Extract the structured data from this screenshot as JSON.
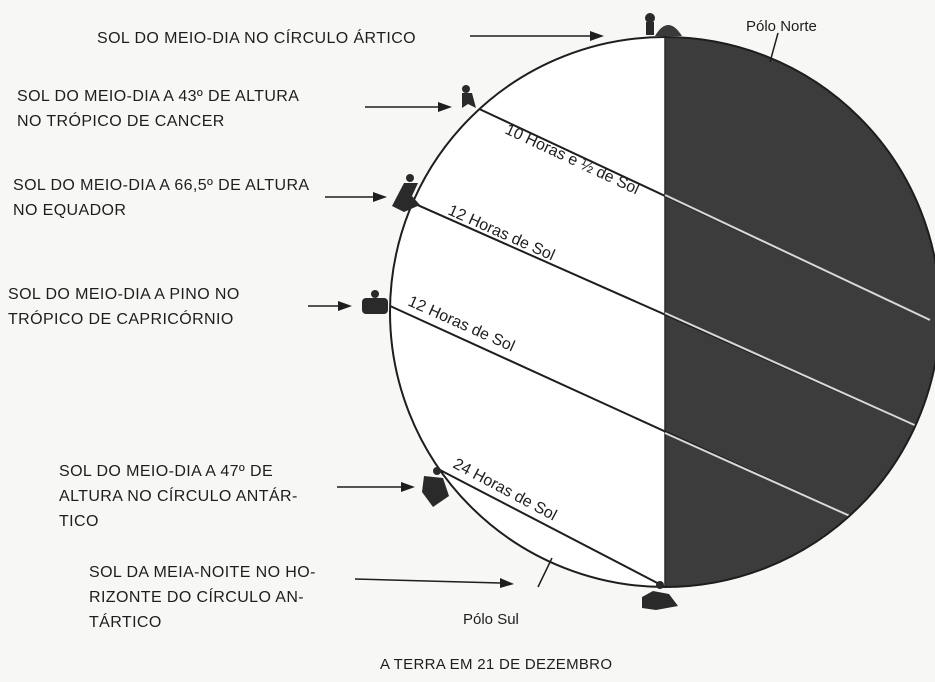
{
  "caption": "A TERRA EM 21 DE DEZEMBRO",
  "poles": {
    "north": "Pólo Norte",
    "south": "Pólo Sul"
  },
  "bands": [
    {
      "text": "10 Horas e ½ de Sol"
    },
    {
      "text": "12 Horas de Sol"
    },
    {
      "text": "12 Horas de Sol"
    },
    {
      "text": "24 Horas de Sol"
    }
  ],
  "labels": [
    {
      "lines": [
        "SOL DO MEIO-DIA NO CÍRCULO ÁRTICO"
      ]
    },
    {
      "lines": [
        "SOL DO MEIO-DIA A 43º DE ALTURA",
        "NO TRÓPICO DE CANCER"
      ]
    },
    {
      "lines": [
        "SOL DO MEIO-DIA A 66,5º DE ALTURA",
        "NO EQUADOR"
      ]
    },
    {
      "lines": [
        "SOL DO MEIO-DIA A PINO NO",
        "TRÓPICO DE CAPRICÓRNIO"
      ]
    },
    {
      "lines": [
        "SOL DO MEIO-DIA A 47º DE",
        "ALTURA NO CÍRCULO ANTÁR-",
        "TICO"
      ]
    },
    {
      "lines": [
        "SOL DA MEIA-NOITE NO HO-",
        "RIZONTE DO CÍRCULO AN-",
        "TÁRTICO"
      ]
    }
  ],
  "colors": {
    "night_side": "#3c3c3c",
    "day_side": "#ffffff",
    "ink": "#1e1e1e",
    "background": "#f7f7f5"
  }
}
